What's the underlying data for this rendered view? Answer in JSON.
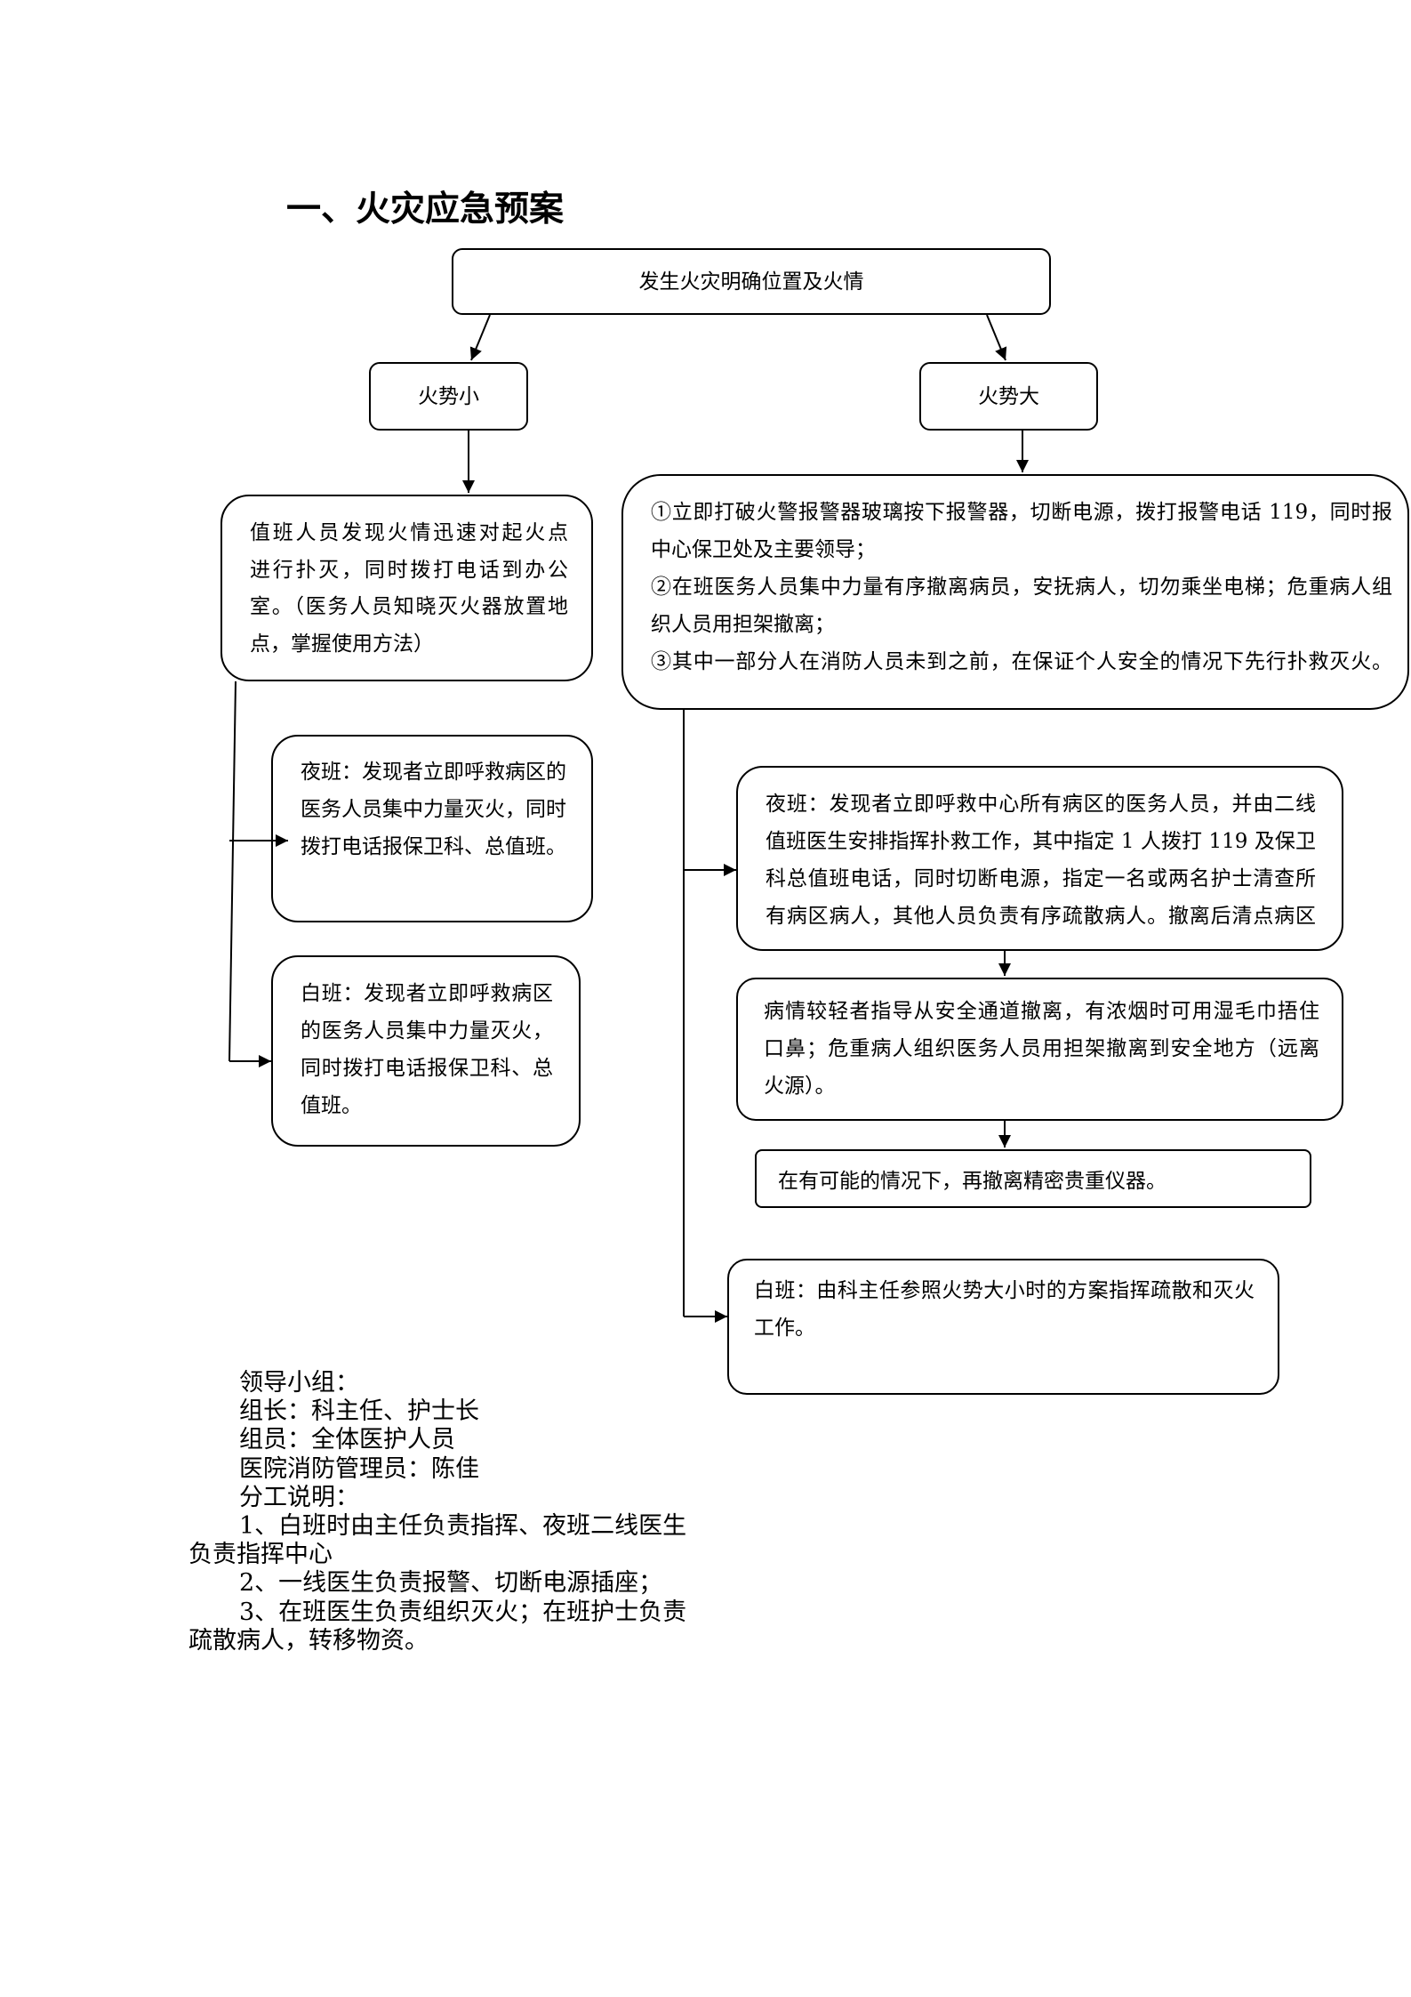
{
  "title": "一、火灾应急预案",
  "flowchart": {
    "start": "发生火灾明确位置及火情",
    "small_fire": {
      "label": "火势小",
      "action_lines": [
        "值班人员发现火情迅速对起火点",
        "进行扑灭，同时拨打电话到办公",
        "室。（医务人员知晓灭火器放置地",
        "点，掌握使用方法）"
      ],
      "night_lines": [
        "夜班：发现者立即呼救病区的",
        "医务人员集中力量灭火，同时",
        "拨打电话报保卫科、总值班。"
      ],
      "day_lines": [
        "白班：发现者立即呼救病区",
        "的医务人员集中力量灭火，",
        "同时拨打电话报保卫科、总",
        "值班。"
      ]
    },
    "large_fire": {
      "label": "火势大",
      "action_lines": [
        "①立即打破火警报警器玻璃按下报警器，切断电源，拨打报警电话 119，同时报",
        "中心保卫处及主要领导；",
        "②在班医务人员集中力量有序撤离病员，安抚病人，切勿乘坐电梯；危重病人组",
        "织人员用担架撤离；",
        "③其中一部分人在消防人员未到之前，在保证个人安全的情况下先行扑救灭火。"
      ],
      "night_lines": [
        "夜班：发现者立即呼救中心所有病区的医务人员，并由二线",
        "值班医生安排指挥扑救工作，其中指定 1 人拨打 119 及保卫",
        "科总值班电话，同时切断电源，指定一名或两名护士清查所",
        "有病区病人，其他人员负责有序疏散病人。撤离后清点病区"
      ],
      "evacuation_lines": [
        "病情较轻者指导从安全通道撤离，有浓烟时可用湿毛巾捂住",
        "口鼻；危重病人组织医务人员用担架撤离到安全地方（远离",
        "火源）。"
      ],
      "equipment": "在有可能的情况下，再撤离精密贵重仪器。",
      "day_lines": [
        "白班：由科主任参照火势大小时的方案指挥疏散和灭火",
        "工作。"
      ]
    }
  },
  "team": {
    "heading": "领导小组：",
    "leader": "组长：科主任、护士长",
    "members": "组员：全体医护人员",
    "fire_manager": "医院消防管理员：陈佳",
    "duties_heading": "分工说明：",
    "duties": [
      "1、白班时由主任负责指挥、夜班二线医生负责指挥中心",
      "2、一线医生负责报警、切断电源插座；",
      "3、在班医生负责组织灭火；在班护士负责疏散病人，转移物资。"
    ]
  }
}
